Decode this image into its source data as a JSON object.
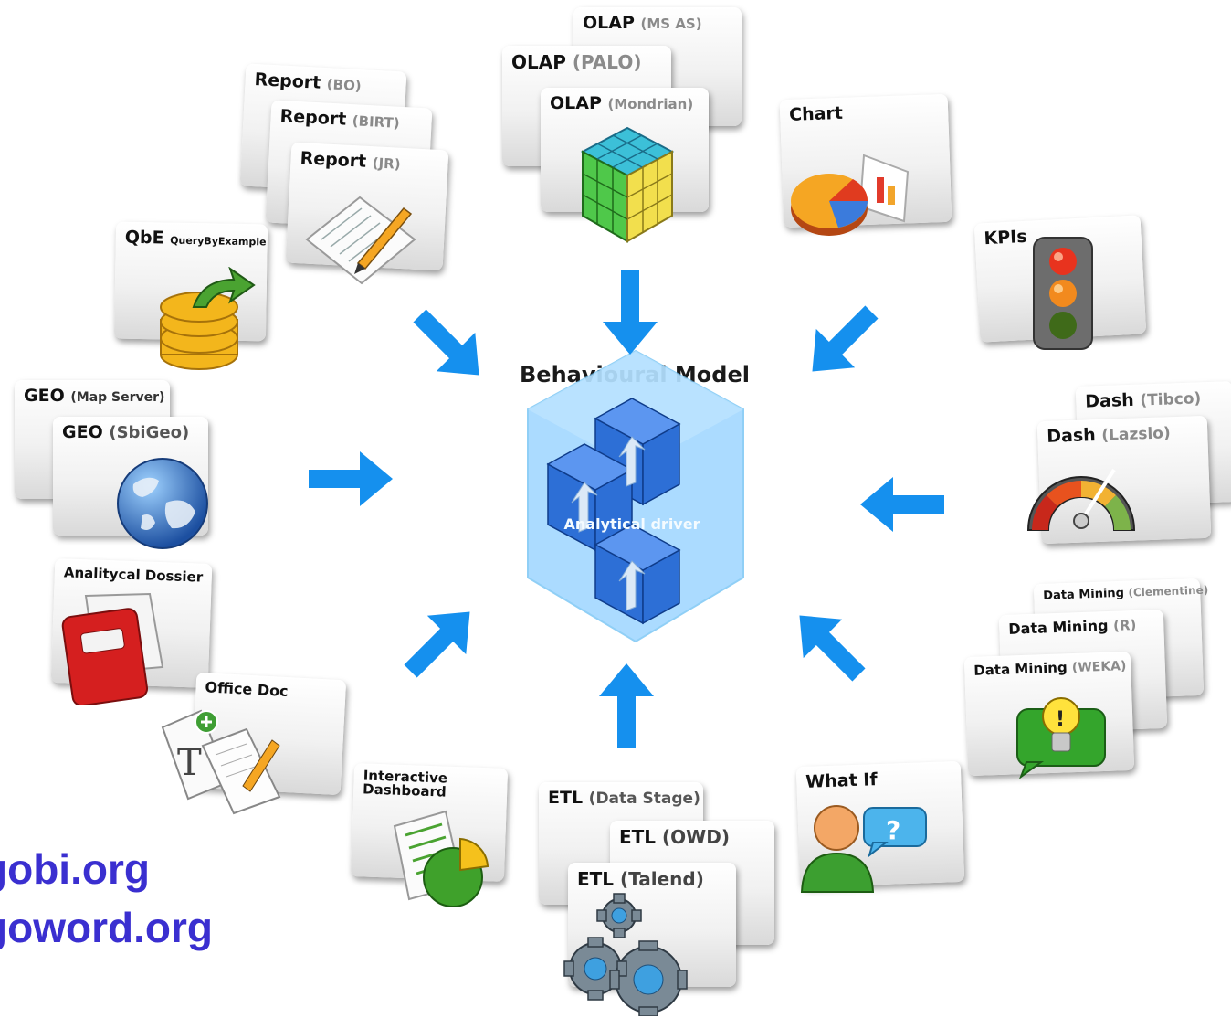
{
  "center": {
    "title": "Behavioural Model",
    "driver": "Analytical driver"
  },
  "cards": {
    "olap_msas": {
      "main": "OLAP",
      "sub": "(MS AS)"
    },
    "olap_palo": {
      "main": "OLAP",
      "sub": "(PALO)"
    },
    "olap_mondrian": {
      "main": "OLAP",
      "sub": "(Mondrian)"
    },
    "report_bo": {
      "main": "Report",
      "sub": "(BO)"
    },
    "report_birt": {
      "main": "Report",
      "sub": "(BIRT)"
    },
    "report_jr": {
      "main": "Report",
      "sub": "(JR)"
    },
    "chart": {
      "main": "Chart"
    },
    "kpis": {
      "main": "KPIs"
    },
    "qbe": {
      "main": "QbE",
      "sub": "QueryByExample"
    },
    "geo_mapserver": {
      "main": "GEO",
      "sub": "(Map Server)"
    },
    "geo_sbigeo": {
      "main": "GEO",
      "sub": "(SbiGeo)"
    },
    "dash_tibco": {
      "main": "Dash",
      "sub": "(Tibco)"
    },
    "dash_lazslo": {
      "main": "Dash",
      "sub": "(Lazslo)"
    },
    "dossier": {
      "main": "Analitycal Dossier"
    },
    "office_doc": {
      "main": "Office Doc"
    },
    "dm_clementine": {
      "main": "Data Mining",
      "sub": "(Clementine)"
    },
    "dm_r": {
      "main": "Data Mining",
      "sub": "(R)"
    },
    "dm_weka": {
      "main": "Data Mining",
      "sub": "(WEKA)"
    },
    "interactive_dashboard": {
      "line1": "Interactive",
      "line2": "Dashboard"
    },
    "etl_datastage": {
      "main": "ETL",
      "sub": "(Data Stage)"
    },
    "etl_owd": {
      "main": "ETL",
      "sub": "(OWD)"
    },
    "etl_talend": {
      "main": "ETL",
      "sub": "(Talend)"
    },
    "what_if": {
      "main": "What If"
    }
  },
  "urls": {
    "line1": "gobi.org",
    "line2": "goword.org"
  },
  "colors": {
    "arrow": "#1590ee",
    "url": "#3a2fd0",
    "cube": "#8fd0ff"
  }
}
